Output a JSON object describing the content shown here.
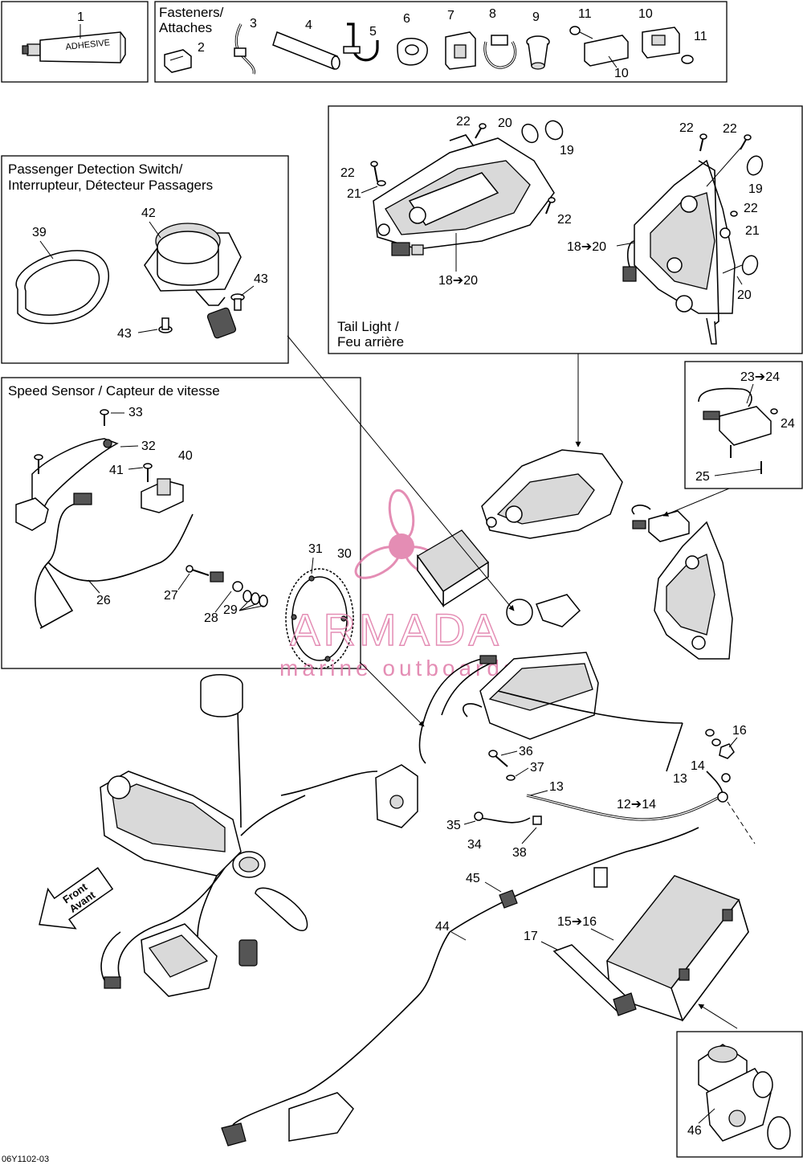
{
  "diagram_code": "06Y1102-03",
  "watermark": {
    "brand": "ARMADA",
    "tagline": "marine outboards",
    "color": "#e07aa8"
  },
  "boxes": {
    "fasteners": {
      "title_line1": "Fasteners/",
      "title_line2": "Attaches"
    },
    "passenger": {
      "title_line1": "Passenger Detection Switch/",
      "title_line2": "Interrupteur, Détecteur Passagers"
    },
    "tail_light": {
      "title_line1": "Tail Light /",
      "title_line2": "Feu arrière"
    },
    "speed_sensor": {
      "title": "Speed Sensor / Capteur de vitesse"
    }
  },
  "front_arrow": {
    "line1": "Front",
    "line2": "Avant"
  },
  "callouts": {
    "c1": "1",
    "c2": "2",
    "c3": "3",
    "c4": "4",
    "c5": "5",
    "c6": "6",
    "c7": "7",
    "c8": "8",
    "c9": "9",
    "c10a": "10",
    "c10b": "10",
    "c11a": "11",
    "c11b": "11",
    "c12": "12➔14",
    "c13a": "13",
    "c13b": "13",
    "c14": "14",
    "c15": "15➔16",
    "c16": "16",
    "c17": "17",
    "c18a": "18➔20",
    "c18b": "18➔20",
    "c19a": "19",
    "c19b": "19",
    "c20a": "20",
    "c20b": "20",
    "c21a": "21",
    "c21b": "21",
    "c22a": "22",
    "c22b": "22",
    "c22c": "22",
    "c22d": "22",
    "c22e": "22",
    "c22f": "22",
    "c23": "23➔24",
    "c24": "24",
    "c25": "25",
    "c26": "26",
    "c27": "27",
    "c28": "28",
    "c29": "29",
    "c30": "30",
    "c31": "31",
    "c32": "32",
    "c33": "33",
    "c34": "34",
    "c35": "35",
    "c36": "36",
    "c37": "37",
    "c38": "38",
    "c39": "39",
    "c40": "40",
    "c41": "41",
    "c42": "42",
    "c43a": "43",
    "c43b": "43",
    "c44": "44",
    "c45": "45",
    "c46": "46"
  }
}
